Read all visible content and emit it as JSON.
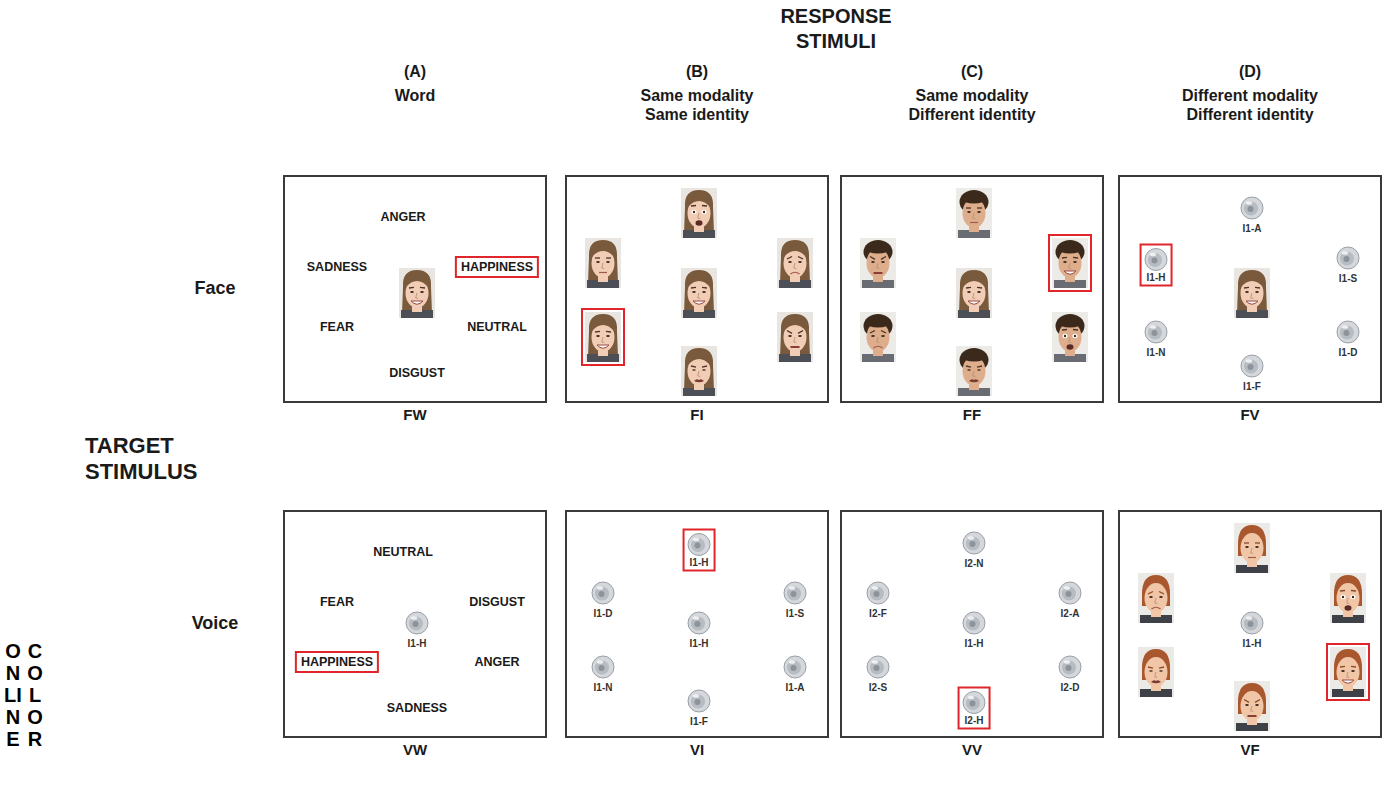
{
  "diagram": {
    "title": "RESPONSE STIMULI",
    "nodes": [
      {
        "text": [
          "ANGER",
          "SADNESS",
          "FEAR",
          "NEUTRAL",
          "DISGUST",
          "FW"
        ]
      },
      {
        "text": [
          "HAPPINESS"
        ],
        "in": 0
      },
      {
        "text": [
          "FI"
        ]
      },
      {
        "text": [
          "FF"
        ]
      },
      {
        "text": [
          "I1-A",
          "I1-S",
          "I1-N",
          "I1-D",
          "I1-F",
          "FV"
        ]
      },
      {
        "text": [
          "I1-H"
        ],
        "in": 4
      },
      {
        "text": [
          "NEUTRAL",
          "FEAR",
          "DISGUST",
          "I1-H",
          "ANGER",
          "SADNESS",
          "VW"
        ]
      },
      {
        "text": [
          "HAPPINESS"
        ],
        "in": 6
      },
      {
        "text": [
          "I1-D",
          "I1-S",
          "I1-H",
          "I1-N",
          "I1-A",
          "I1-F",
          "VI"
        ]
      },
      {
        "text": [
          "I1-H"
        ],
        "in": 8
      },
      {
        "text": [
          "I2-N",
          "I2-F",
          "I2-A",
          "I1-H",
          "I2-S",
          "I2-D",
          "VV"
        ]
      },
      {
        "text": [
          "I2-H"
        ],
        "in": 10
      },
      {
        "text": [
          "I1-H",
          "VF"
        ]
      }
    ],
    "labels": [
      "(A)",
      "Word",
      "(B)",
      "Same modality Same identity",
      "(C)",
      "Same modality Different identity",
      "(D)",
      "Different modality Different identity",
      "TARGET STIMULUS",
      "Face",
      "Voice",
      "ONLINE",
      "COLOR"
    ]
  }
}
